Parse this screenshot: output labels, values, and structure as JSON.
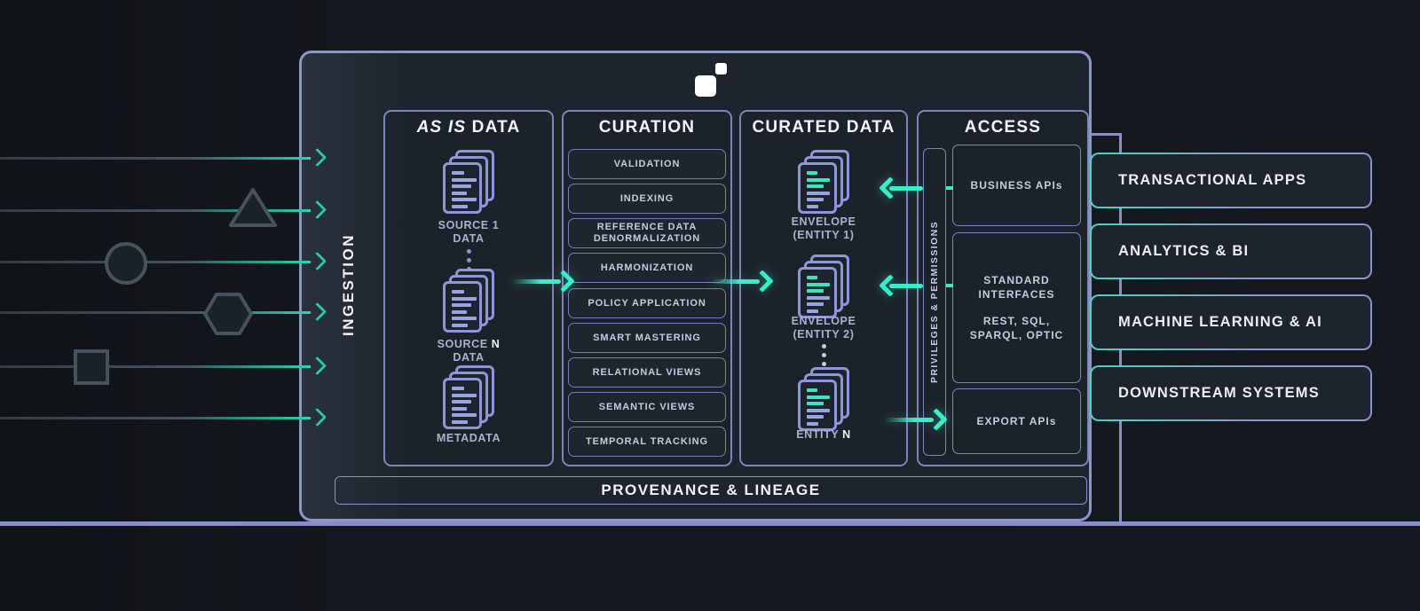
{
  "colors": {
    "teal_bright": "#37eecb",
    "teal_line": "#23cda9",
    "border_purple": "#8b95d2",
    "line_purple": "#868fc6",
    "label_lavender": "#aab2cf",
    "text_white": "#f2f4f8",
    "shape_gray": "#47525f"
  },
  "ingestion_label": "INGESTION",
  "columns": {
    "as_is": {
      "title_italic": "AS IS",
      "title_rest": " DATA",
      "source1": {
        "line1": "SOURCE 1",
        "line2": "DATA"
      },
      "sourceN": {
        "line1": "SOURCE ",
        "n": "N",
        "line2": "DATA"
      },
      "metadata": {
        "line1": "METADATA"
      }
    },
    "curation": {
      "title": "CURATION",
      "steps": [
        "VALIDATION",
        "INDEXING",
        "REFERENCE DATA DENORMALIZATION",
        "HARMONIZATION",
        "POLICY APPLICATION",
        "SMART MASTERING",
        "RELATIONAL VIEWS",
        "SEMANTIC VIEWS",
        "TEMPORAL TRACKING"
      ]
    },
    "curated": {
      "title": "CURATED DATA",
      "env1": {
        "line1": "ENVELOPE",
        "line2": "(ENTITY 1)"
      },
      "env2": {
        "line1": "ENVELOPE",
        "line2": "(ENTITY 2)"
      },
      "entityN": {
        "pre": "ENTITY ",
        "n": "N"
      }
    },
    "access": {
      "title": "ACCESS",
      "privileges": "PRIVILEGES & PERMISSIONS",
      "business_apis": "BUSINESS APIs",
      "standard_interfaces": "STANDARD INTERFACES",
      "standard_sub": "REST, SQL, SPARQL, OPTIC",
      "export_apis": "EXPORT APIs"
    }
  },
  "provenance_label": "PROVENANCE & LINEAGE",
  "external_systems": [
    "TRANSACTIONAL APPS",
    "ANALYTICS & BI",
    "MACHINE LEARNING & AI",
    "DOWNSTREAM SYSTEMS"
  ]
}
